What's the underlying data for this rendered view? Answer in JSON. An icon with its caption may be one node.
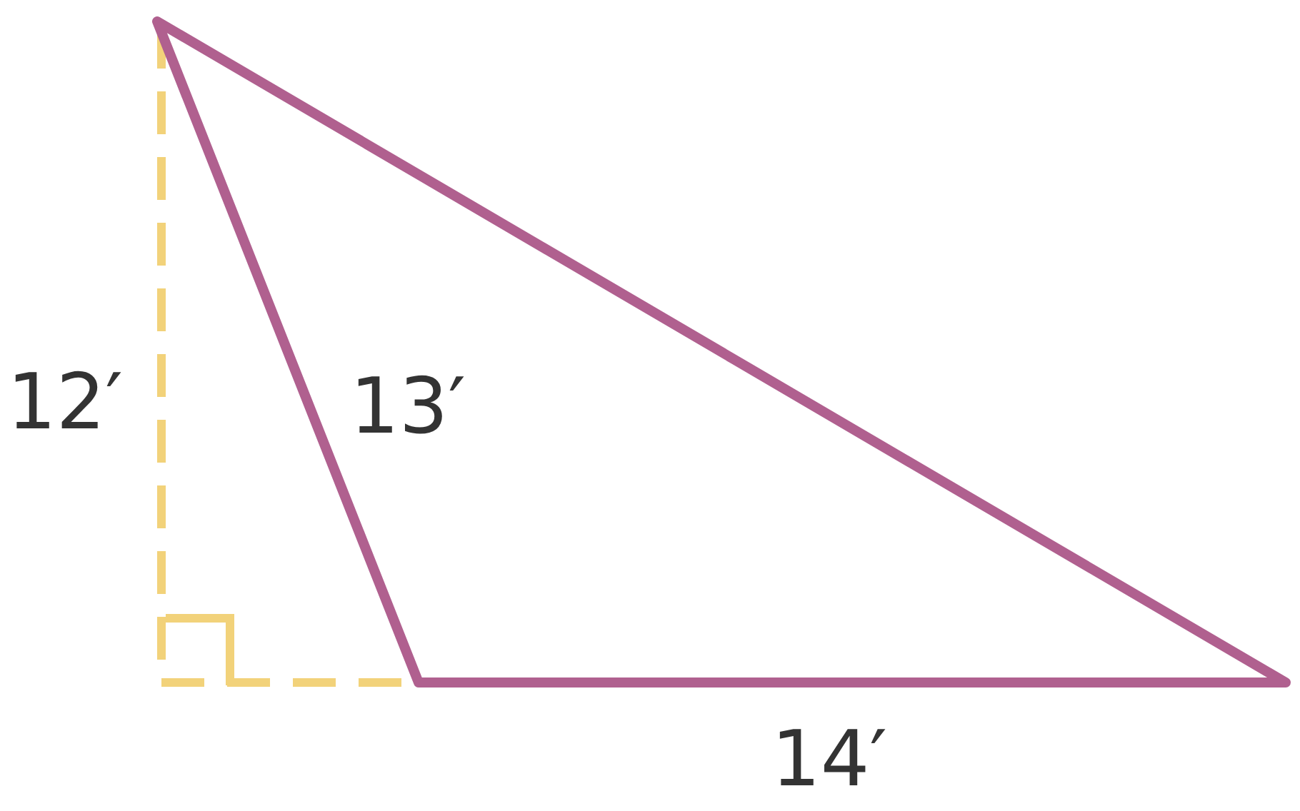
{
  "diagram": {
    "labels": [
      "12′",
      "13′",
      "14′"
    ]
  }
}
